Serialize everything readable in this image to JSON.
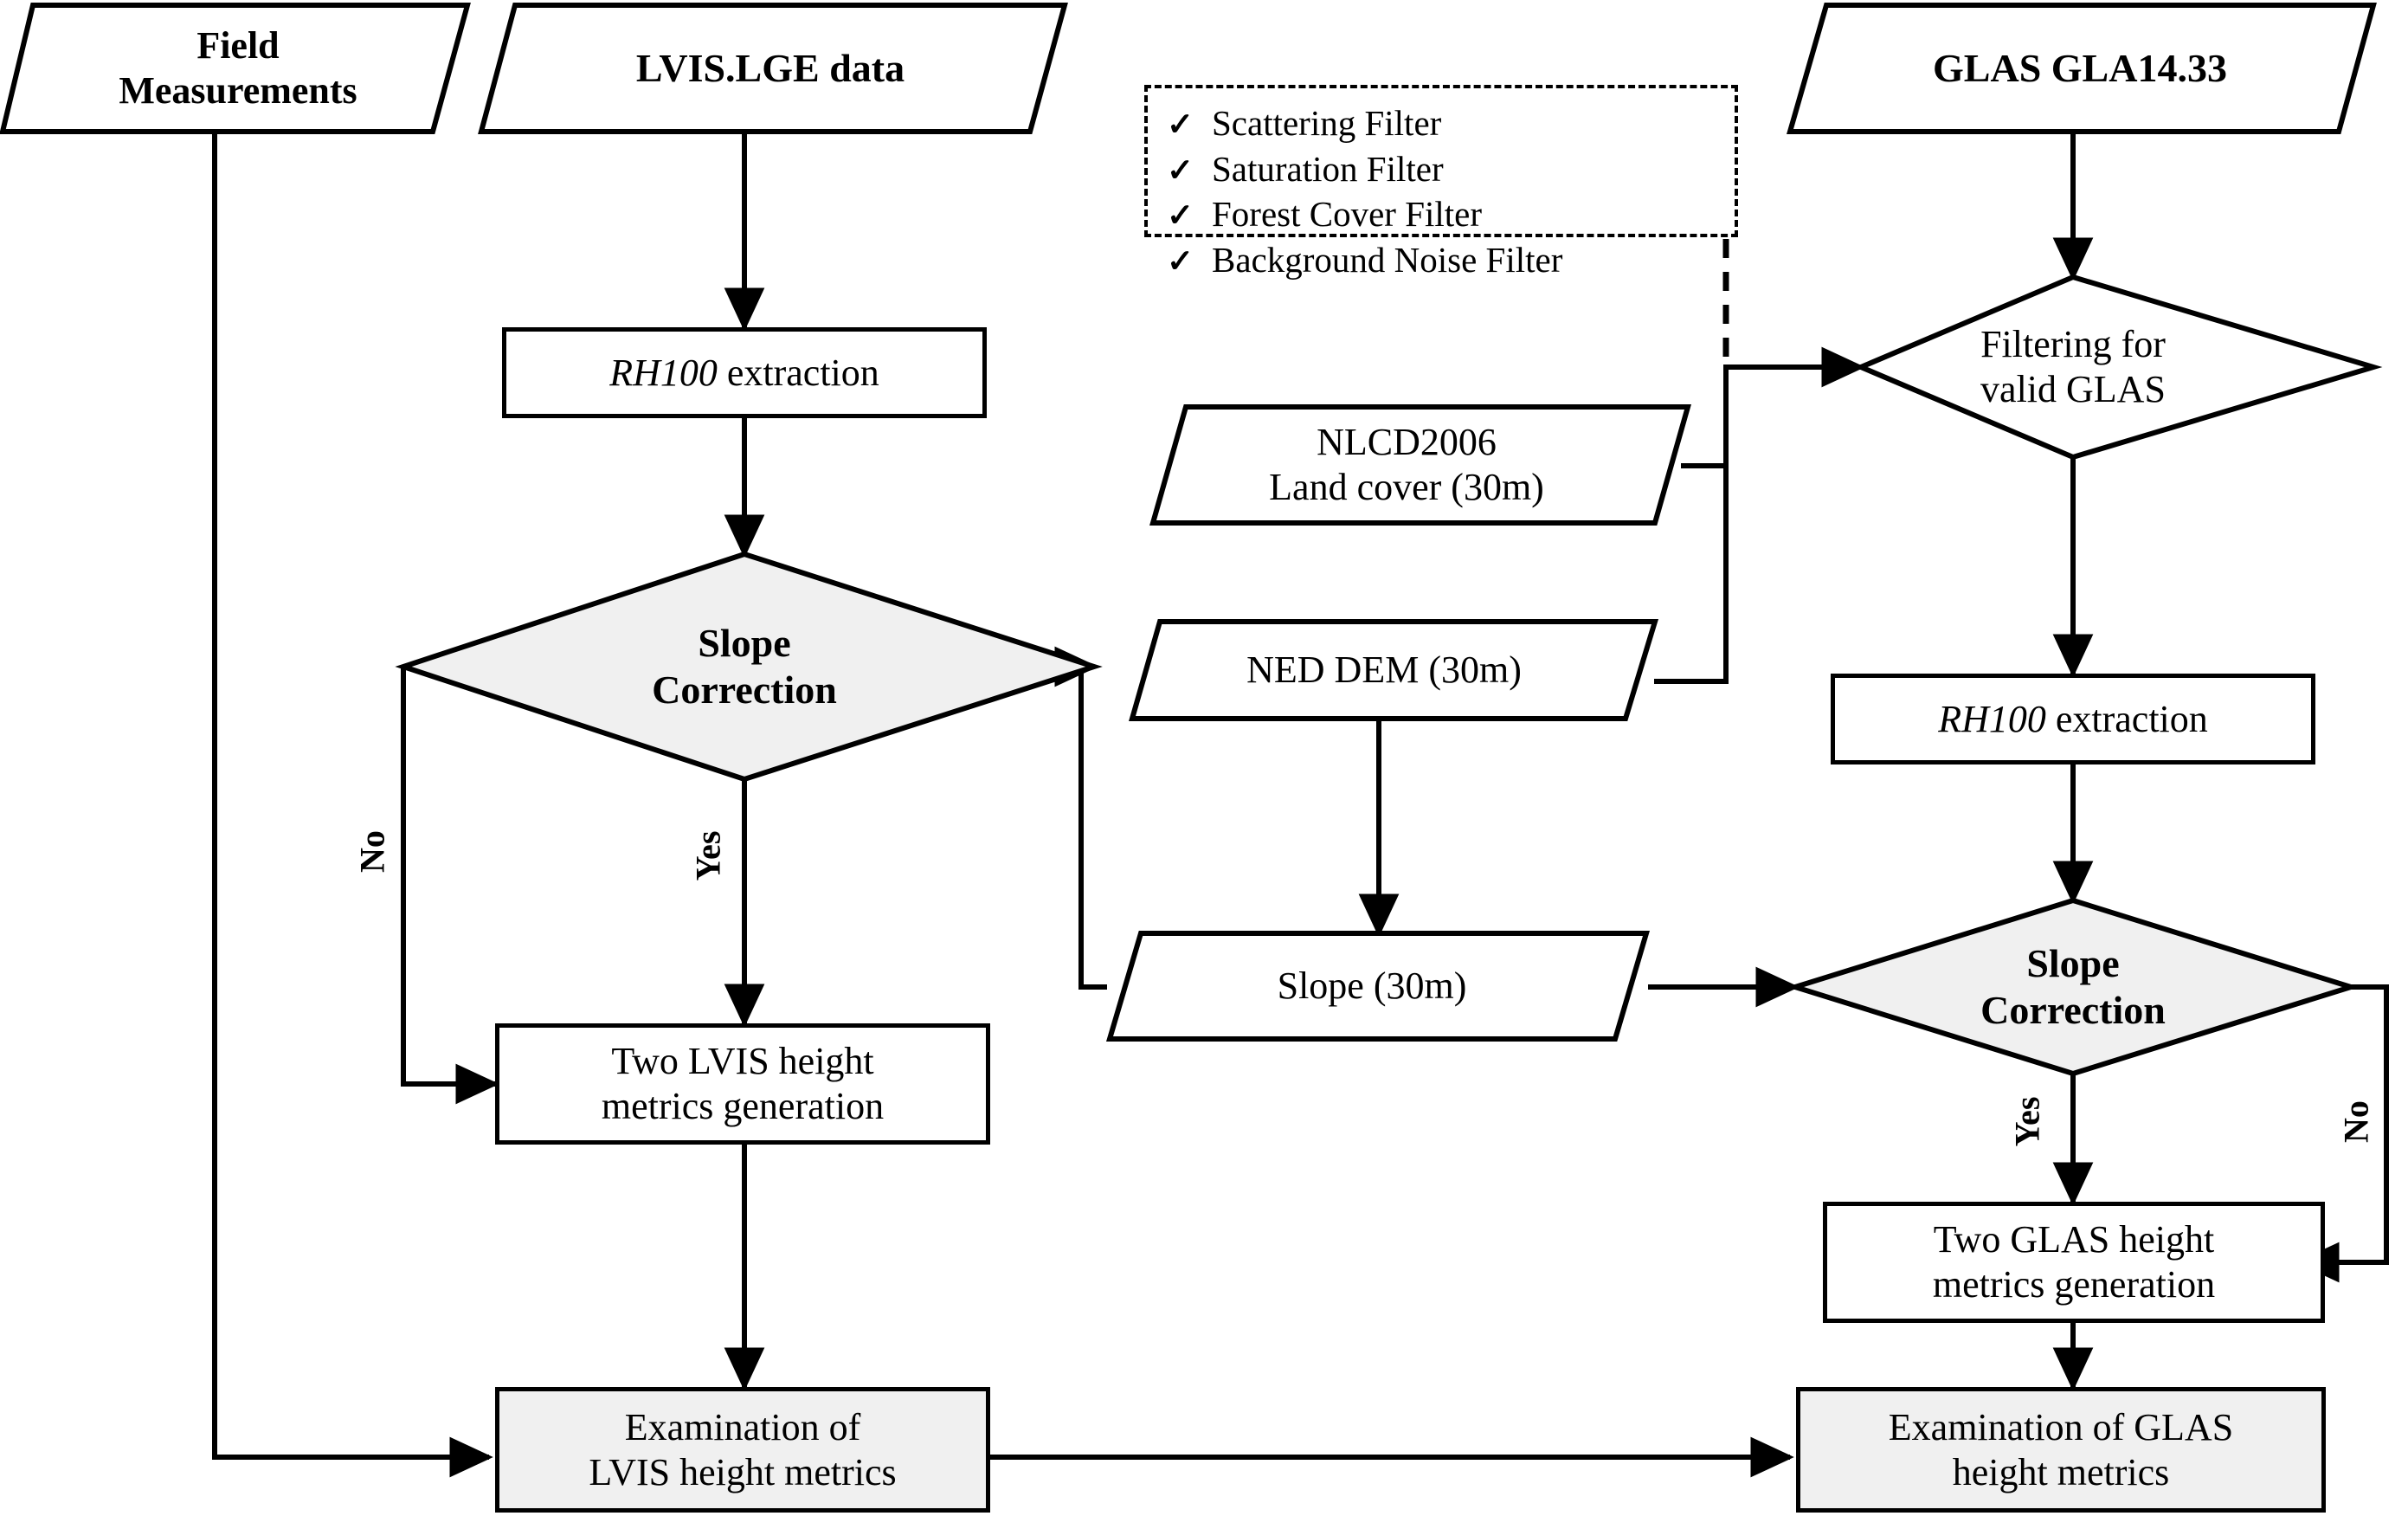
{
  "diagram": {
    "title": "LVIS and GLAS height metrics processing flowchart",
    "accent_shade": "#f0f0f0",
    "line_color": "#000000"
  },
  "nodes": {
    "field_measurements": {
      "label": "Field\nMeasurements",
      "shape": "parallelogram"
    },
    "lvis_data": {
      "label": "LVIS.LGE data",
      "shape": "parallelogram"
    },
    "glas_data": {
      "label": "GLAS GLA14.33",
      "shape": "parallelogram"
    },
    "lvis_rh100": {
      "label_italic": "RH100",
      "label_rest": " extraction",
      "shape": "rectangle"
    },
    "glas_rh100": {
      "label_italic": "RH100",
      "label_rest": " extraction",
      "shape": "rectangle"
    },
    "lvis_slope_correction": {
      "label": "Slope\nCorrection",
      "shape": "diamond"
    },
    "glas_slope_correction": {
      "label": "Slope\nCorrection",
      "shape": "diamond"
    },
    "filtering_valid_glas": {
      "label": "Filtering for\nvalid GLAS",
      "shape": "diamond"
    },
    "nlcd": {
      "label": "NLCD2006\nLand cover (30m)",
      "shape": "parallelogram"
    },
    "ned_dem": {
      "label": "NED DEM (30m)",
      "shape": "parallelogram"
    },
    "slope30": {
      "label": "Slope (30m)",
      "shape": "parallelogram"
    },
    "lvis_two_metrics": {
      "label": "Two LVIS height\nmetrics generation",
      "shape": "rectangle"
    },
    "glas_two_metrics": {
      "label": "Two GLAS height\nmetrics generation",
      "shape": "rectangle"
    },
    "lvis_exam": {
      "label": "Examination of\nLVIS height metrics",
      "shape": "rectangle-shaded"
    },
    "glas_exam": {
      "label": "Examination of GLAS\nheight metrics",
      "shape": "rectangle-shaded"
    }
  },
  "filters_box": {
    "check_glyph": "✓",
    "items": [
      "Scattering Filter",
      "Saturation Filter",
      "Forest Cover Filter",
      "Background Noise Filter"
    ]
  },
  "edge_labels": {
    "lvis_no": "No",
    "lvis_yes": "Yes",
    "glas_yes": "Yes",
    "glas_no": "No"
  }
}
